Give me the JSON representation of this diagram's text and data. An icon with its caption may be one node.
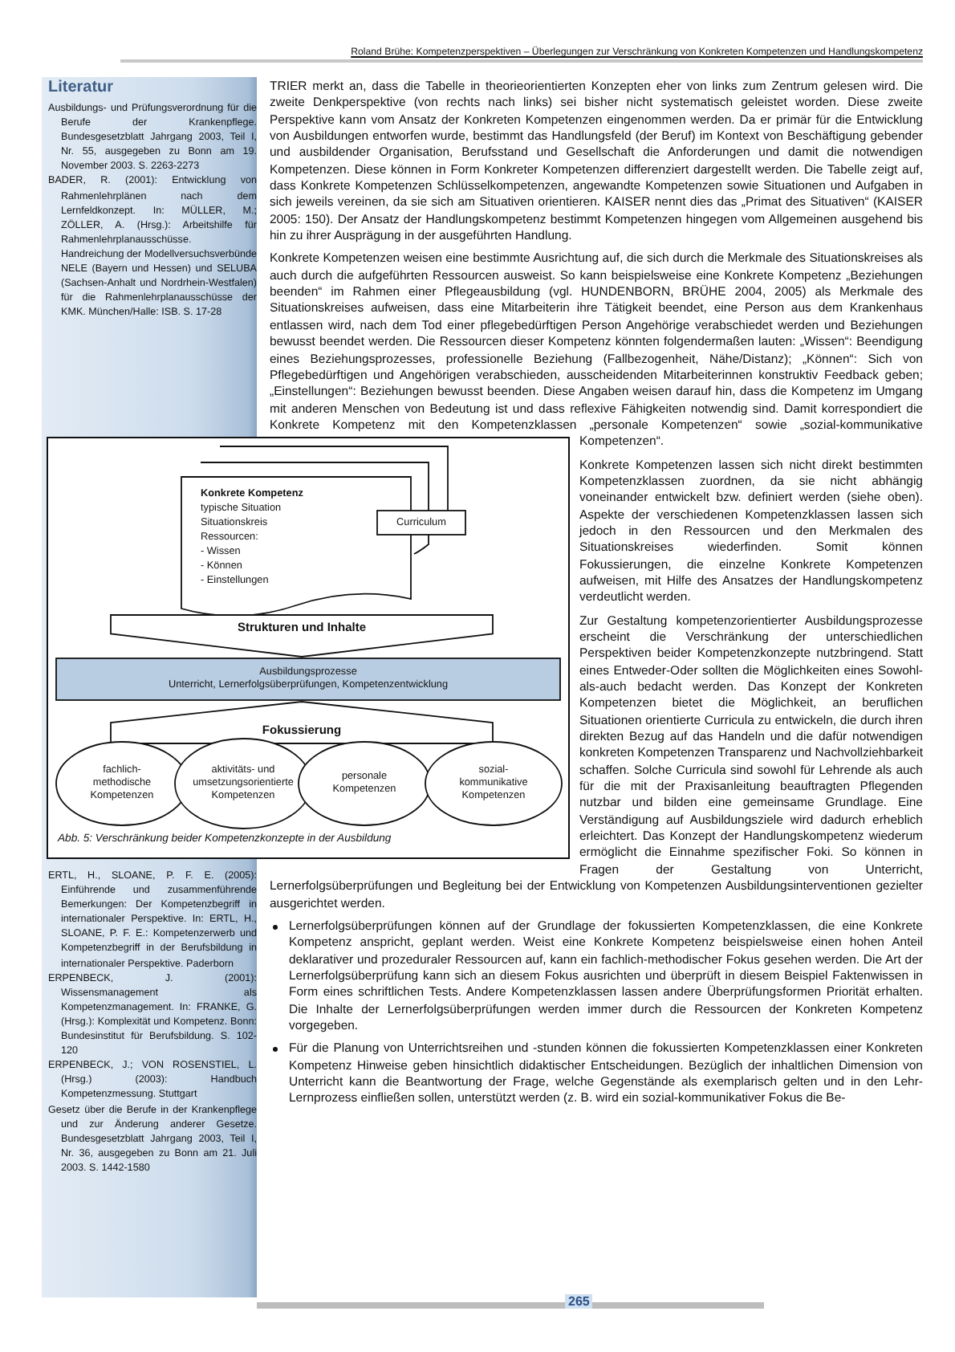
{
  "diagram": {
    "caption": "Abb. 5: Verschränkung beider Kompetenzkonzepte in der Ausbildung",
    "nodes": [
      {
        "text": [
          "Konkrete Kompetenz",
          "typische Situation",
          "Situationskreis",
          "Ressourcen:",
          "- Wissen",
          "- Können",
          "- Einstellungen"
        ]
      },
      {
        "text": [
          "Curriculum"
        ]
      },
      {
        "text": [
          "Strukturen und Inhalte"
        ]
      },
      {
        "text": [
          "Ausbildungsprozesse",
          "Unterricht, Lernerfolgsüberprüfungen, Kompetenzentwicklung"
        ]
      },
      {
        "text": [
          "Fokussierung"
        ]
      },
      {
        "text": [
          "fachlich-methodische Kompetenzen"
        ]
      },
      {
        "text": [
          "aktivitäts- und umsetzungsorientierte Kompetenzen"
        ]
      },
      {
        "text": [
          "personale Kompetenzen"
        ]
      },
      {
        "text": [
          "sozial-kommunikative Kompetenzen"
        ]
      }
    ],
    "labels": [
      "Roland Brühe: Kompetenzperspektiven – Überlegungen zur Verschränkung von Konkreten Kompetenzen und Handlungskompetenz",
      "Literatur",
      "Ausbildungs- und Prüfungsverordnung für die Berufe der Krankenpflege. Bundesgesetzblatt Jahrgang 2003, Teil I, Nr. 55, ausgegeben zu Bonn am 19. November 2003. S. 2263-2273",
      "BADER, R. (2001): Entwicklung von Rahmenlehrplänen nach dem Lernfeldkonzept. In: MÜLLER, M.; ZÖLLER, A. (Hrsg.): Arbeitshilfe für Rahmenlehrplanausschüsse. Handreichung der Modellversuchsverbünde NELE (Bayern und Hessen) und SELUBA (Sachsen-Anhalt und Nordrhein-Westfalen) für die Rahmenlehrplanausschüsse der KMK. München/Halle: ISB. S. 17-28",
      "TRIER merkt an, dass die Tabelle in theorieorientierten Konzepten eher von links zum Zentrum gelesen wird. Die zweite Denkperspektive (von rechts nach links) sei bisher nicht systematisch geleistet worden. Diese zweite Perspektive kann vom Ansatz der Konkreten Kompetenzen eingenommen werden. Da er primär für die Entwicklung von Ausbildungen entworfen wurde, bestimmt das Handlungsfeld (der Beruf) im Kontext von Beschäftigung gebender und ausbildender Organisation, Berufsstand und Gesellschaft die Anforderungen und damit die notwendigen Kompetenzen. Diese können in Form Konkreter Kompetenzen differenziert dargestellt werden. Die Tabelle zeigt auf, dass Konkrete Kompetenzen Schlüsselkompetenzen, angewandte Kompetenzen sowie Situationen und Aufgaben in sich jeweils vereinen, da sie sich am Situativen orientieren. KAISER nennt dies das „Primat des Situativen“ (KAISER 2005: 150). Der Ansatz der Handlungskompetenz bestimmt Kompetenzen hingegen vom Allgemeinen ausgehend bis hin zu ihrer Ausprägung in der ausgeführten Handlung.",
      "Konkrete Kompetenzen weisen eine bestimmte Ausrichtung auf, die sich durch die Merkmale des Situationskreises als auch durch die aufgeführten Ressourcen ausweist. So kann beispielsweise eine Konkrete Kompetenz „Beziehungen beenden“ im Rahmen einer Pflegeausbildung (vgl. HUNDENBORN, BRÜHE 2004, 2005) als Merkmale des Situationskreises aufweisen, dass eine Mitarbeiterin ihre Tätigkeit beendet, eine Person aus dem Krankenhaus entlassen wird, nach dem Tod einer pflegebedürftigen Person Angehörige verabschiedet werden und Beziehungen bewusst beendet werden. Die Ressourcen dieser Kompetenz könnten folgendermaßen lauten: „Wissen“: Beendigung eines Beziehungsprozesses, professionelle Beziehung (Fallbezogenheit, Nähe/Distanz); „Können“: Sich von Pflegebedürftigen und Angehörigen verabschieden, ausscheidenden Mitarbeiterinnen konstruktiv Feedback geben; „Einstellungen“: Beziehungen bewusst beenden. Diese Angaben weisen darauf hin, dass die Kompetenz im Umgang mit anderen Menschen von Bedeutung ist und dass reflexive Fähigkeiten notwendig sind. Damit korrespondiert die Konkrete Kompetenz mit den Kompetenzklassen „personale Kompetenzen“ sowie „sozial-kommunikative Kompetenzen“.",
      "Konkrete Kompetenzen lassen sich nicht direkt bestimmten Kompetenzklassen zuordnen, da sie nicht abhängig voneinander entwickelt bzw. definiert werden (siehe oben). Aspekte der verschiedenen Kompetenzklassen lassen sich jedoch in den Ressourcen und den Merkmalen des Situationskreises wiederfinden. Somit können Fokussierungen, die einzelne Konkrete Kompetenzen aufweisen, mit Hilfe des Ansatzes der Handlungskompetenz verdeutlicht werden.",
      "Zur Gestaltung kompetenzorientierter Ausbildungsprozesse erscheint die Verschränkung der unterschiedlichen Perspektiven beider Kompetenzkonzepte nutzbringend. Statt eines Entweder-Oder sollten die Möglichkeiten eines Sowohl-als-auch bedacht werden. Das Konzept der Konkreten Kompetenzen bietet die Möglichkeit, an beruflichen Situationen orientierte Curricula zu entwickeln, die durch ihren direkten Bezug auf das Handeln und die dafür notwendigen konkreten Kompetenzen Transparenz und Nachvollziehbarkeit schaffen. Solche Curricula sind sowohl für Lehrende als auch für die mit der Praxisanleitung beauftragten Pflegenden nutzbar und bilden eine gemeinsame Grundlage. Eine Verständigung auf Ausbildungsziele wird dadurch erheblich erleichtert. Das Konzept der Handlungskompetenz wiederum ermöglicht die Einnahme spezifischer Foki. So können in Fragen der Gestaltung von Unterricht, Lernerfolgsüberprüfungen und Begleitung bei der Entwicklung von Kompetenzen Ausbildungsinterventionen gezielter ausgerichtet werden.",
      "ERTL, H., SLOANE, P. F. E. (2005): Einführende und zusammenführende Bemerkungen: Der Kompetenzbegriff in internationaler Perspektive. In: ERTL, H., SLOANE, P. F. E.: Kompetenzerwerb und Kompetenzbegriff in der Berufsbildung in internationaler Perspektive. Paderborn",
      "ERPENBECK, J. (2001): Wissensmanagement als Kompetenzmanagement. In: FRANKE, G. (Hrsg.): Komplexität und Kompetenz. Bonn: Bundesinstitut für Berufsbildung. S. 102-120",
      "ERPENBECK, J.; VON ROSENSTIEL, L. (Hrsg.) (2003): Handbuch Kompetenzmessung. Stuttgart",
      "Gesetz über die Berufe in der Krankenpflege und zur Änderung anderer Gesetze. Bundesgesetzblatt Jahrgang 2003, Teil I, Nr. 36, ausgegeben zu Bonn am 21. Juli 2003. S. 1442-1580",
      "Lernerfolgsüberprüfungen können auf der Grundlage der fokussierten Kompetenzklassen, die eine Konkrete Kompetenz anspricht, geplant werden. Weist eine Konkrete Kompetenz beispielsweise einen hohen Anteil deklarativer und prozeduraler Ressourcen auf, kann ein fachlich-methodischer Fokus gesehen werden. Die Art der Lernerfolgsüberprüfung kann sich an diesem Fokus ausrichten und überprüft in diesem Beispiel Faktenwissen in Form eines schriftlichen Tests. Andere Kompetenzklassen lassen andere Überprüfungsformen Priorität erhalten. Die Inhalte der Lernerfolgsüberprüfungen werden immer durch die Ressourcen der Konkreten Kompetenz vorgegeben.",
      "Für die Planung von Unterrichtsreihen und -stunden können die fokussierten Kompetenzklassen einer Konkreten Kompetenz Hinweise geben hinsichtlich didaktischer Entscheidungen. Bezüglich der inhaltlichen Dimension von Unterricht kann die Beantwortung der Frage, welche Gegenstände als exemplarisch gelten und in den Lehr-Lernprozess einfließen sollen, unterstützt werden (z. B. wird ein sozial-kommunikativer Fokus die Be-",
      "265"
    ]
  }
}
